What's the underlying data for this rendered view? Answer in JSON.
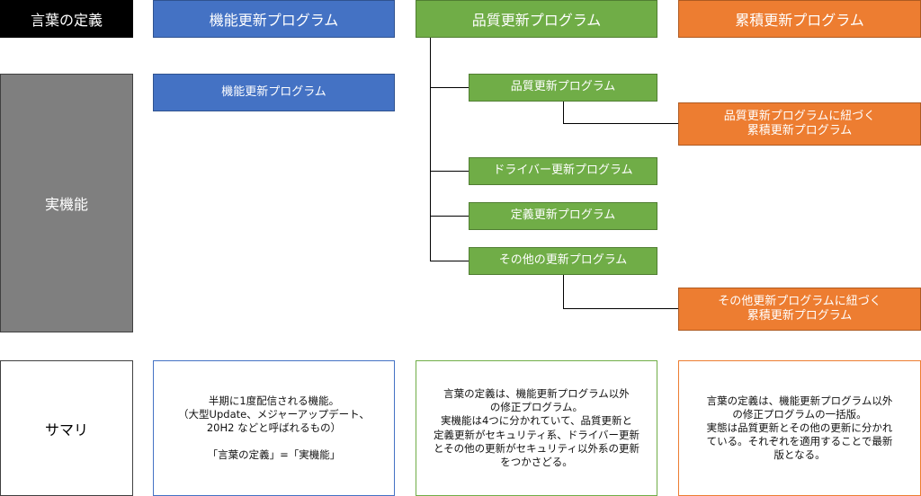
{
  "header": {
    "term": "言葉の定義",
    "feature": "機能更新プログラム",
    "quality": "品質更新プログラム",
    "cumulative": "累積更新プログラム"
  },
  "rows": {
    "actual": "実機能",
    "summary": "サマリ"
  },
  "actual": {
    "feature_update": "機能更新プログラム",
    "quality_update": "品質更新プログラム",
    "quality_cumulative": "品質更新プログラムに紐づく\n累積更新プログラム",
    "driver_update": "ドライバー更新プログラム",
    "definition_update": "定義更新プログラム",
    "other_update": "その他の更新プログラム",
    "other_cumulative": "その他更新プログラムに紐づく\n累積更新プログラム"
  },
  "summary": {
    "feature": "半期に1度配信される機能。\n（大型Update、メジャーアップデート、\n20H2 などと呼ばれるもの）\n\n「言葉の定義」=「実機能」",
    "quality": "言葉の定義は、機能更新プログラム以外\nの修正プログラム。\n実機能は4つに分かれていて、品質更新と\n定義更新がセキュリティ系、ドライバー更新\nとその他の更新がセキュリティ以外系の更新\nをつかさどる。",
    "cumulative": "言葉の定義は、機能更新プログラム以外\nの修正プログラムの一括版。\n実態は品質更新とその他の更新に分かれ\nている。それぞれを適用することで最新\n版となる。"
  },
  "colors": {
    "blue": "#4472c4",
    "green": "#70ad47",
    "orange": "#ed7d31",
    "gray": "#7f7f7f",
    "black": "#000000"
  }
}
